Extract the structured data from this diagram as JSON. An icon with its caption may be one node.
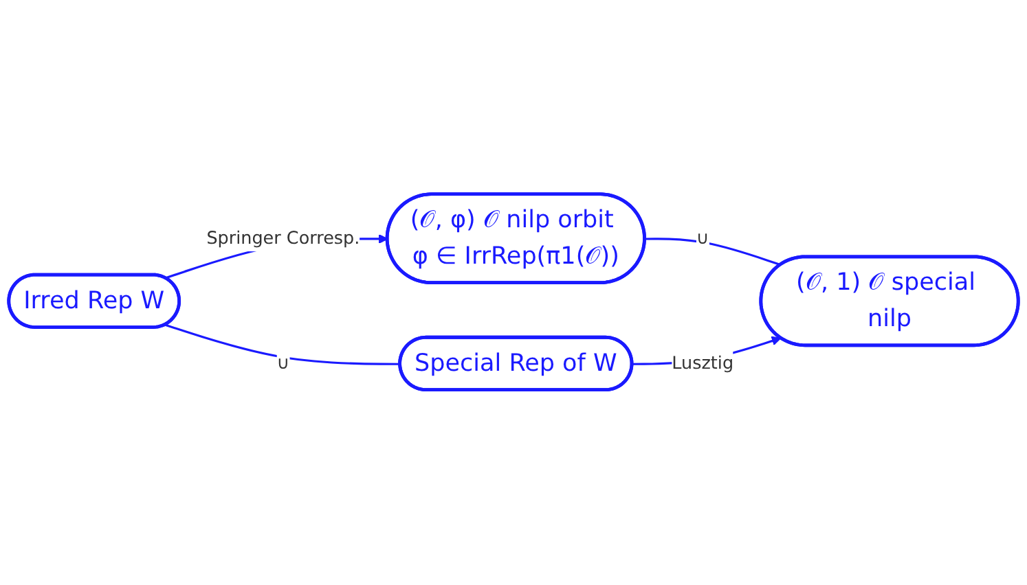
{
  "diagram": {
    "nodes": [
      {
        "text": [
          "Irred Rep W"
        ]
      },
      {
        "text": [
          "(𝒪, φ) 𝒪 nilp orbit φ ∈ IrrRep(π1(𝒪))"
        ]
      },
      {
        "text": [
          "Special Rep of W"
        ]
      },
      {
        "text": [
          "(𝒪, 1) 𝒪 special nilp"
        ]
      }
    ],
    "edges": [
      {
        "from": 0,
        "to": 1,
        "arrow": "to",
        "label": "Springer Corresp."
      },
      {
        "from": 0,
        "to": 2,
        "arrow": "none",
        "label": "∪"
      },
      {
        "from": 1,
        "to": 3,
        "arrow": "none",
        "label": "∪"
      },
      {
        "from": 2,
        "to": 3,
        "arrow": "to",
        "label": "Lusztig"
      }
    ]
  }
}
